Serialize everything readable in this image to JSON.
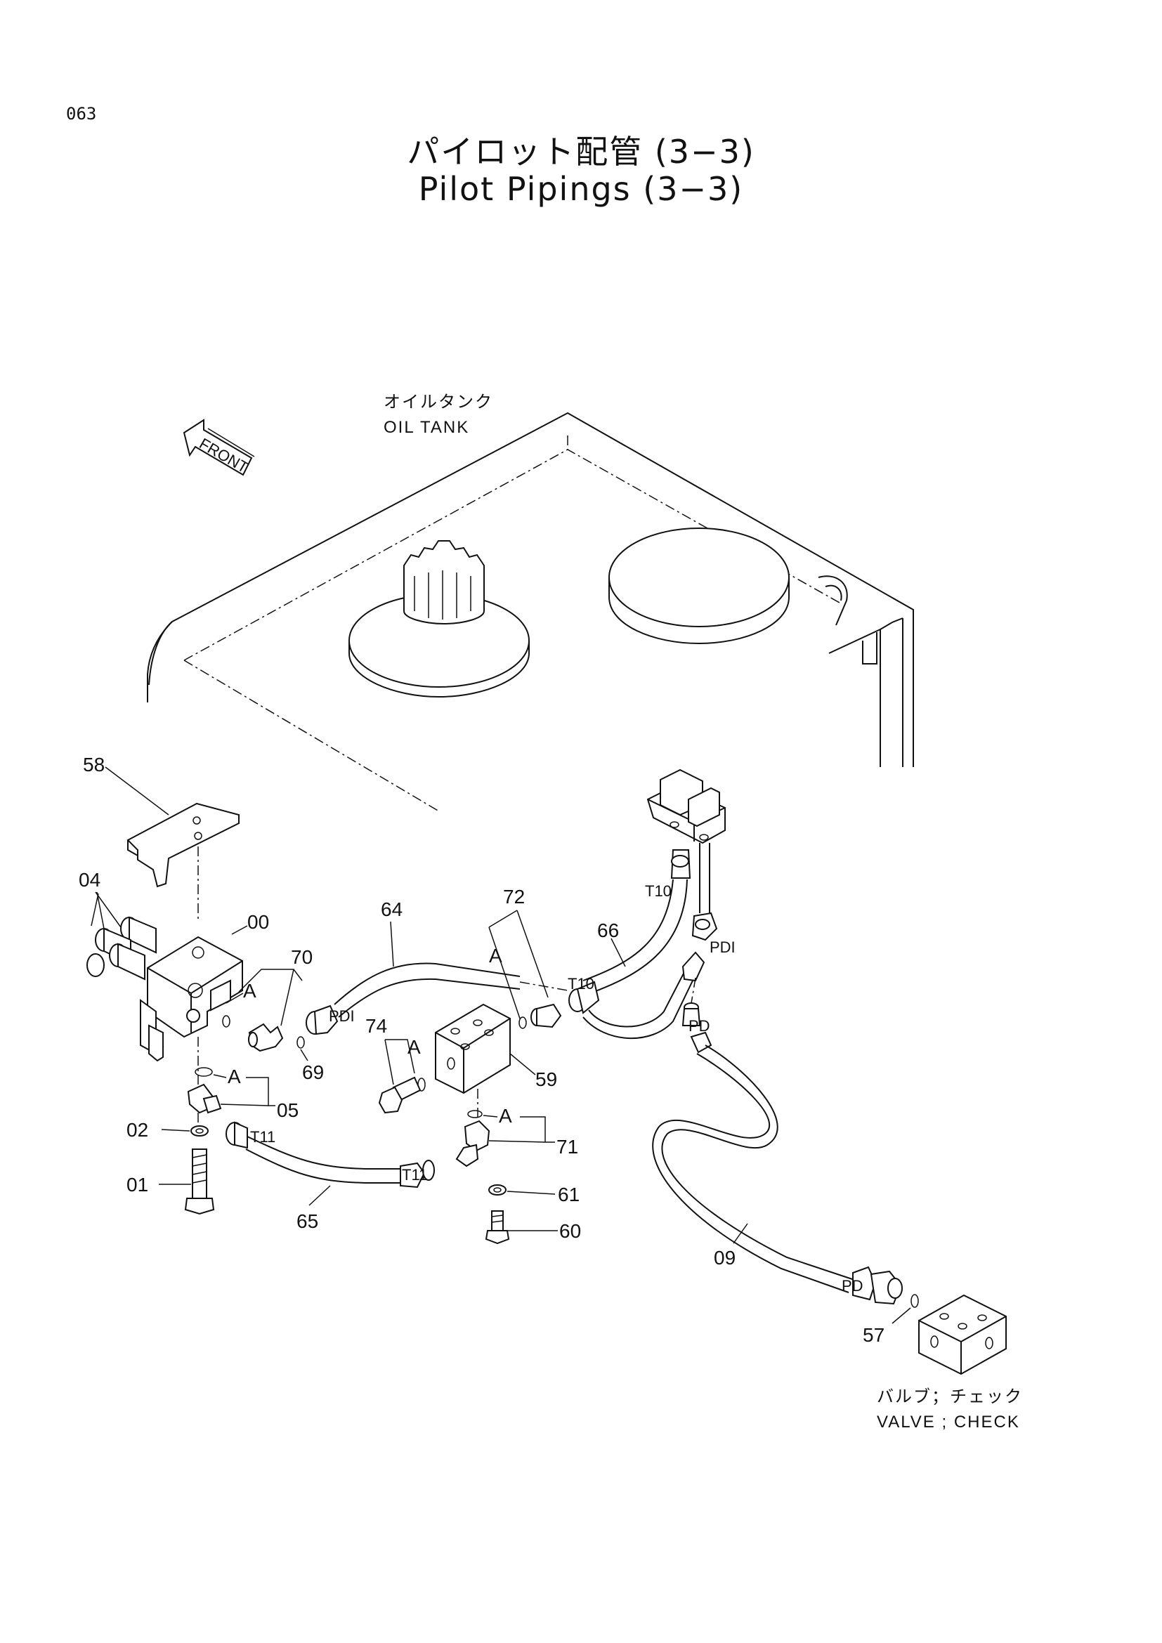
{
  "page_number": "063",
  "title_jp": "パイロット配管 (3−3)",
  "title_en": "Pilot Pipings (3−3)",
  "front_label": "FRONT",
  "captions": {
    "oil_tank_jp": "オイルタンク",
    "oil_tank_en": "OIL  TANK",
    "check_valve_jp": "バルブ；チェック",
    "check_valve_en": "VALVE ; CHECK"
  },
  "part_labels": {
    "p58": "58",
    "p04": "04",
    "p00": "00",
    "p70": "70",
    "p69": "69",
    "p05": "05",
    "p02": "02",
    "p01": "01",
    "p65": "65",
    "p64": "64",
    "p74": "74",
    "p59": "59",
    "p71": "71",
    "p61": "61",
    "p60": "60",
    "p72": "72",
    "p66": "66",
    "p09": "09",
    "p57": "57"
  },
  "port_labels": {
    "a1": "A",
    "a2": "A",
    "a3": "A",
    "a4": "A",
    "a5": "A",
    "pd1_left": "PDI",
    "pd1_top": "PDI",
    "t10_top": "T10",
    "t10_mid": "T10",
    "t11_left": "T11",
    "t11_right": "T11",
    "pd_mid": "PD",
    "pd_bottom": "PD"
  }
}
